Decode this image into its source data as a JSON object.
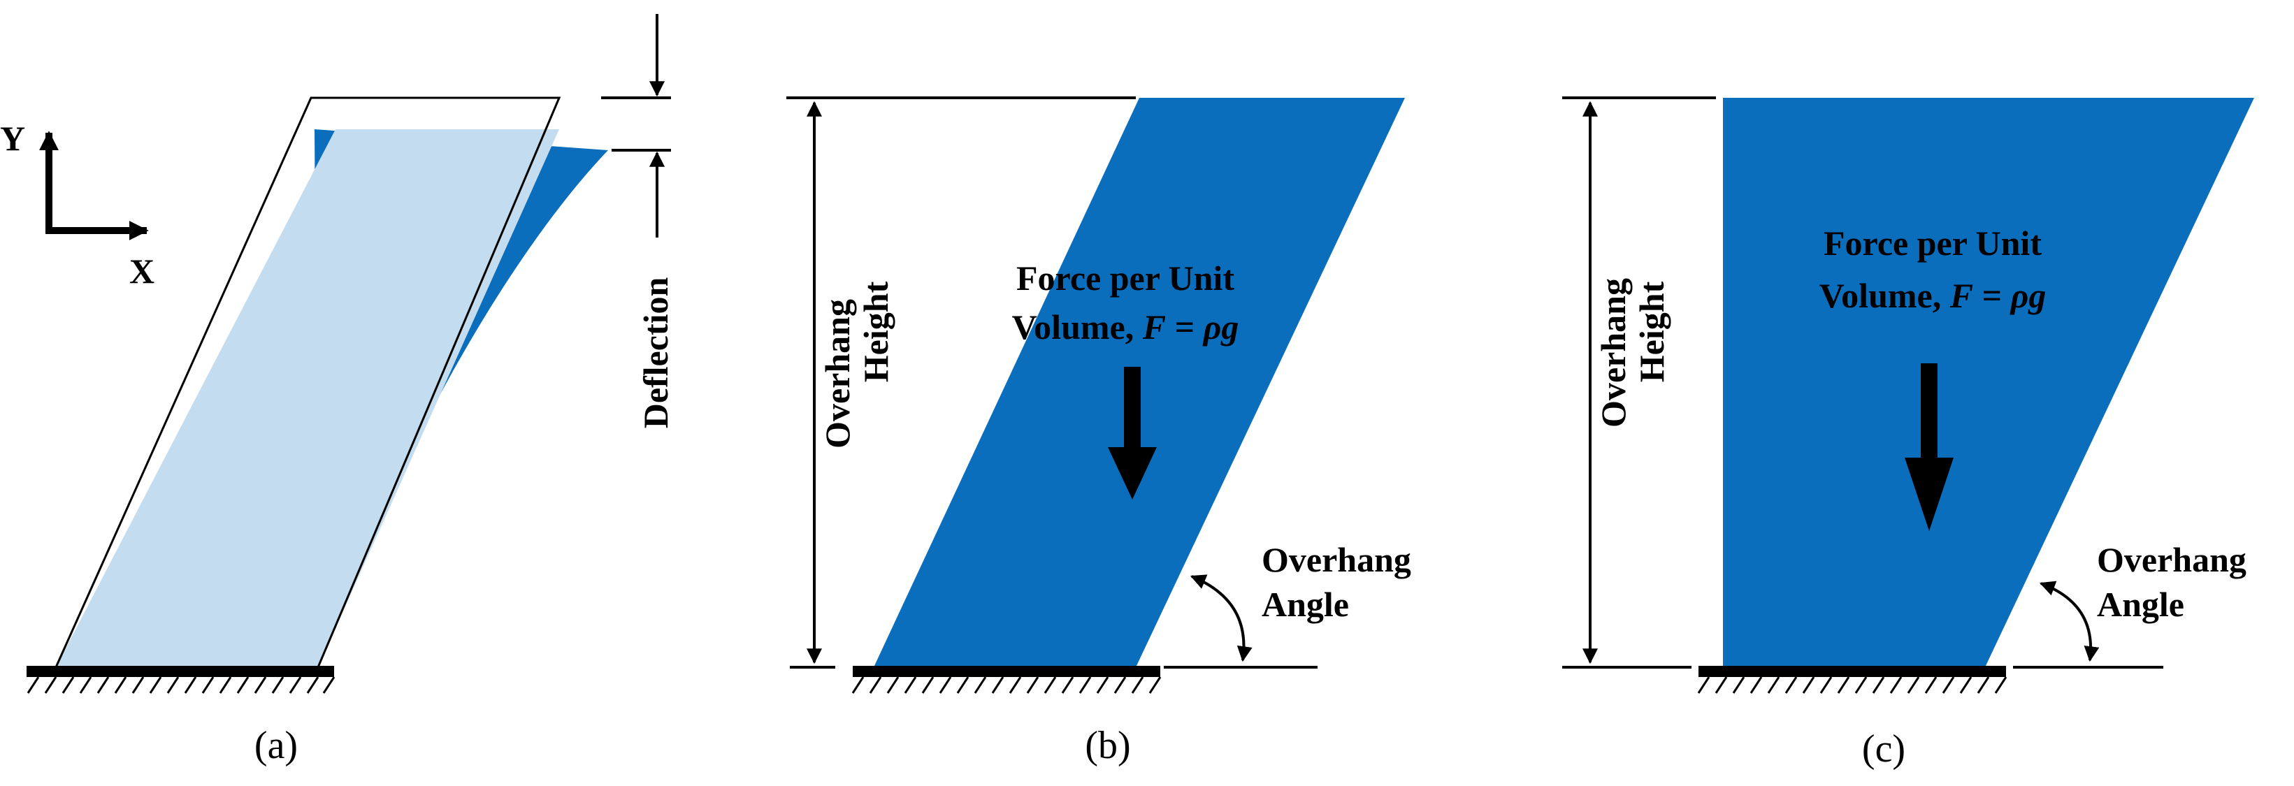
{
  "panels": {
    "a": {
      "caption": "(a)",
      "axis_y": "Y",
      "axis_x": "X",
      "deflection_label": "Deflection"
    },
    "b": {
      "caption": "(b)",
      "height_label_1": "Overhang",
      "height_label_2": "Height",
      "force_label_1": "Force per Unit",
      "force_label_2_prefix": "Volume, ",
      "force_symbol": "F",
      "force_equals": " = ",
      "force_rho": "ρ",
      "force_g": "g",
      "angle_label_1": "Overhang",
      "angle_label_2": "Angle"
    },
    "c": {
      "caption": "(c)",
      "height_label_1": "Overhang",
      "height_label_2": "Height",
      "force_label_1": "Force per Unit",
      "force_label_2_prefix": "Volume, ",
      "force_symbol": "F",
      "force_equals": " = ",
      "force_rho": "ρ",
      "force_g": "g",
      "angle_label_1": "Overhang",
      "angle_label_2": "Angle"
    }
  },
  "colors": {
    "solid_blue": "#0a6ebd",
    "light_blue": "#c4dcef",
    "line": "#000000"
  }
}
